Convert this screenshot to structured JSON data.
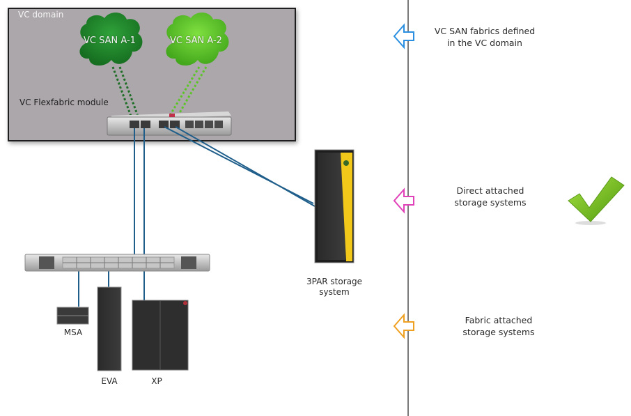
{
  "vc_domain": {
    "label": "VC domain",
    "module_label": "VC Flexfabric module",
    "sans": [
      {
        "label": "VC SAN A-1",
        "color": "#1f8a2a"
      },
      {
        "label": "VC SAN A-2",
        "color": "#5fc82a"
      }
    ]
  },
  "storage": {
    "threepar": {
      "label_line1": "3PAR storage",
      "label_line2": "system"
    },
    "msa": {
      "label": "MSA"
    },
    "eva": {
      "label": "EVA"
    },
    "xp": {
      "label": "XP"
    }
  },
  "legend": [
    {
      "line1": "VC SAN fabrics defined",
      "line2": "in the VC domain",
      "arrow_color": "#2a8fe0",
      "arrow": "left-arrow-outline"
    },
    {
      "line1": "Direct attached",
      "line2": "storage systems",
      "arrow_color": "#e040b8",
      "arrow": "left-arrow-outline",
      "badge": "checkmark"
    },
    {
      "line1": "Fabric attached",
      "line2": "storage systems",
      "arrow_color": "#f0a020",
      "arrow": "left-arrow-outline"
    }
  ],
  "colors": {
    "cable": "#1f5e8a",
    "domain_bg": "#aca7aa",
    "check": "#7cc21e"
  }
}
